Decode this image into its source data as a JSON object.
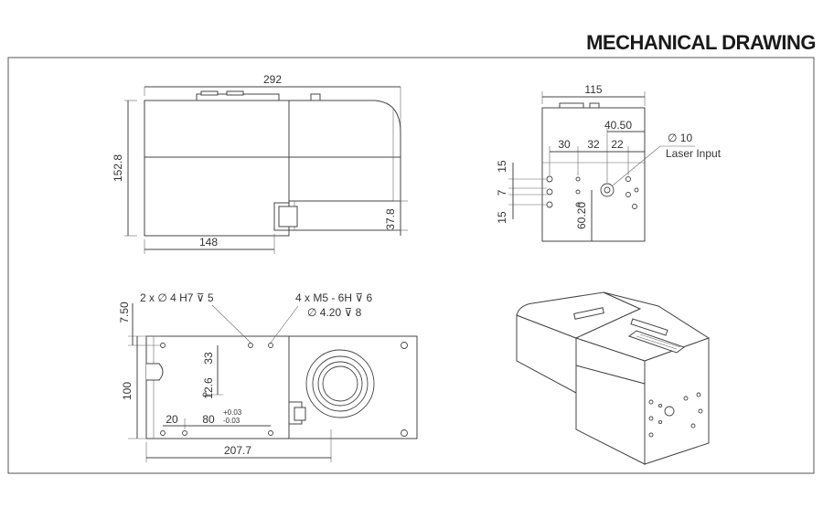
{
  "title": "MECHANICAL DRAWING",
  "side_view": {
    "width_label": "292",
    "height_label": "152.8",
    "bottom_label": "148",
    "offset_label": "37.8"
  },
  "end_view": {
    "width_label": "115",
    "d1": "40.50",
    "d2": "30",
    "d3": "32",
    "d4": "22",
    "v1": "15",
    "v2": "7",
    "v3": "15",
    "v4": "60.20",
    "diameter": "∅ 10",
    "laser_input": "Laser Input"
  },
  "top_view": {
    "holes_note": "2 x ∅ 4 H7 ⊽ 5",
    "thread_note_1": "4 x  M5 - 6H ⊽ 6",
    "thread_note_2": "∅ 4.20 ⊽ 8",
    "v_top": "7.50",
    "v_height": "100",
    "d33": "33",
    "d126": "12.6",
    "d20": "20",
    "d80": "80",
    "tol_plus": "+0.03",
    "tol_minus": "-0.03",
    "total_width": "207.7"
  }
}
